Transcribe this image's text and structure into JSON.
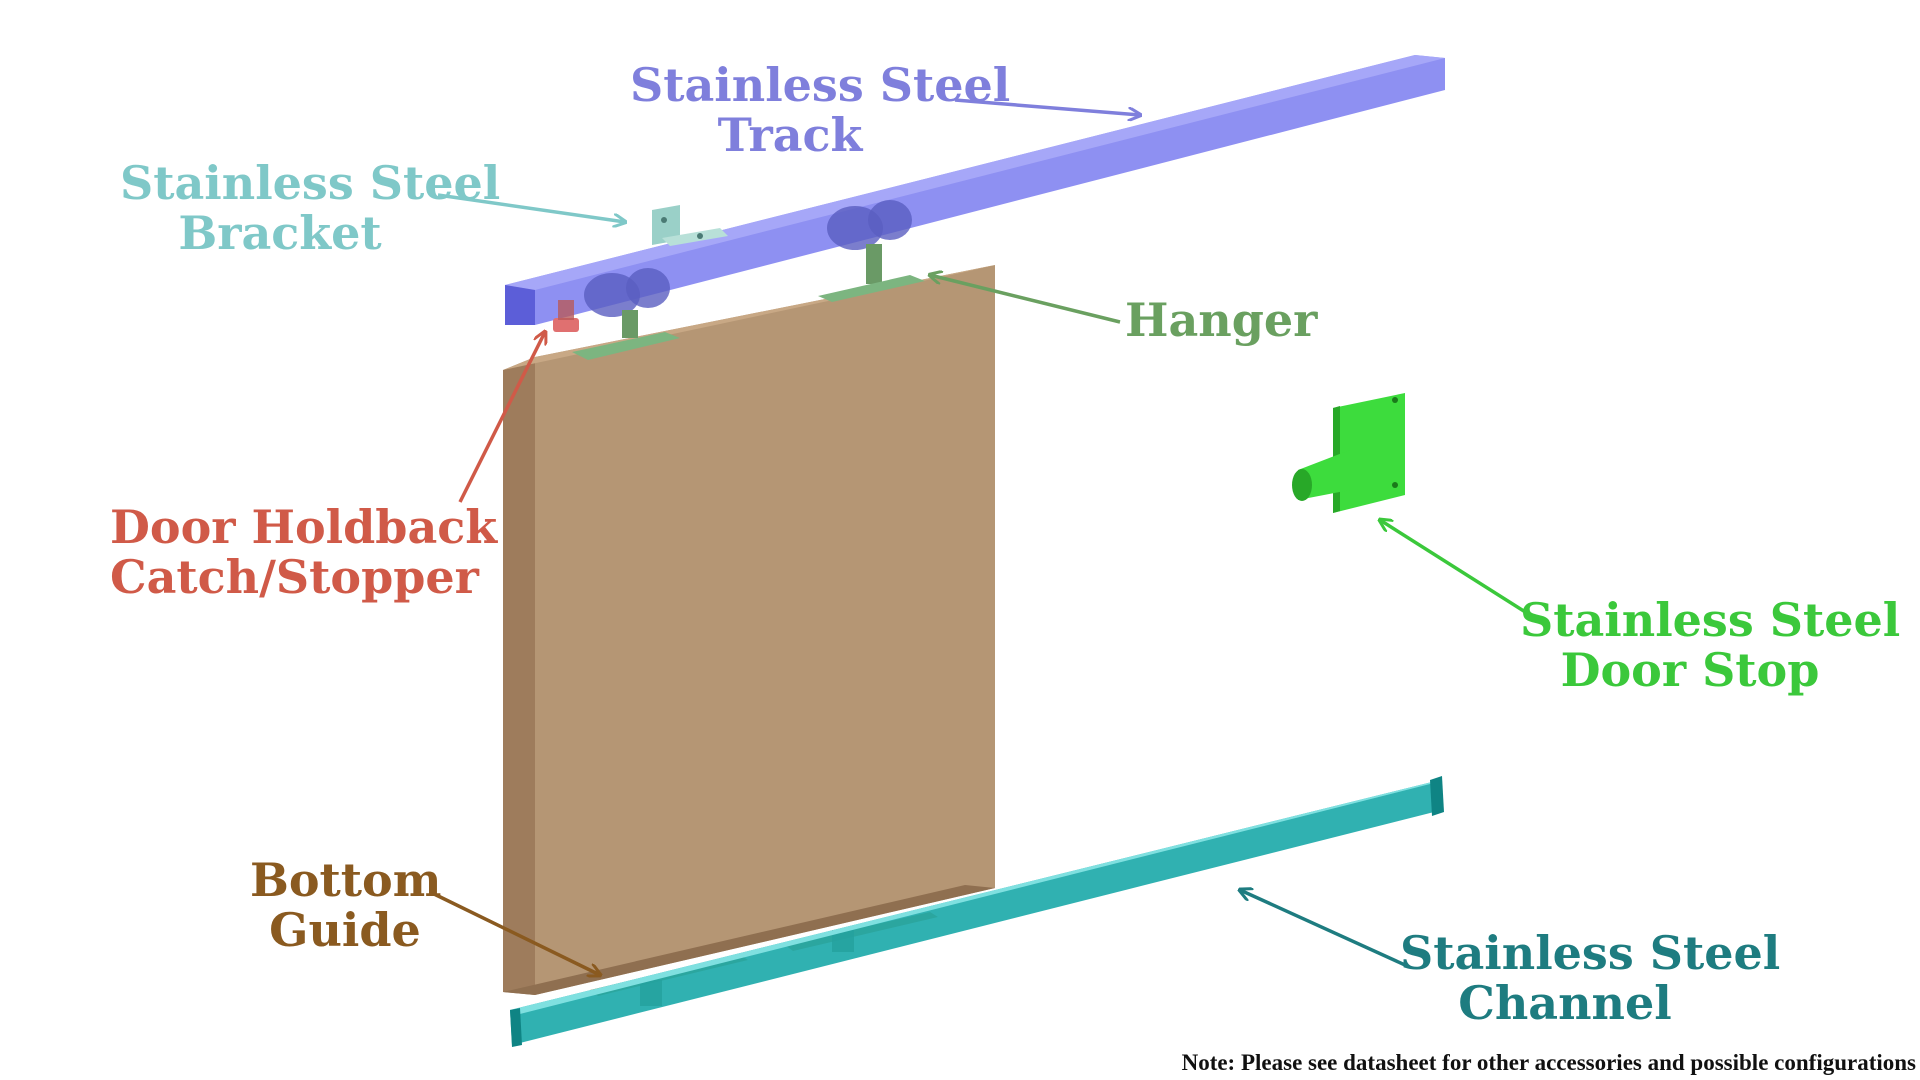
{
  "labels": {
    "track": {
      "line1": "Stainless Steel",
      "line2": "Track",
      "color": "#7f7fdc"
    },
    "bracket": {
      "line1": "Stainless Steel",
      "line2": "Bracket",
      "color": "#7fc8c8"
    },
    "hanger": {
      "line1": "Hanger",
      "color": "#6aa060"
    },
    "holdback": {
      "line1": "Door Holdback",
      "line2": "Catch/Stopper",
      "color": "#d05a48"
    },
    "doorstop": {
      "line1": "Stainless Steel",
      "line2": "Door Stop",
      "color": "#3bc83b"
    },
    "guide": {
      "line1": "Bottom",
      "line2": "Guide",
      "color": "#8a5a20"
    },
    "channel": {
      "line1": "Stainless Steel",
      "line2": "Channel",
      "color": "#1e7c80"
    }
  },
  "note": "Note: Please see datasheet for other accessories and possible configurations",
  "colors": {
    "track": "#7a7cf0",
    "door_face": "#b59674",
    "door_side": "#9e7c5c",
    "door_top": "#c8a885",
    "channel": "#1aa8a8",
    "hanger": "#7cb580",
    "doorstop": "#3ddc3d",
    "bracket": "#9ad0c8",
    "stopper": "#e07070"
  }
}
